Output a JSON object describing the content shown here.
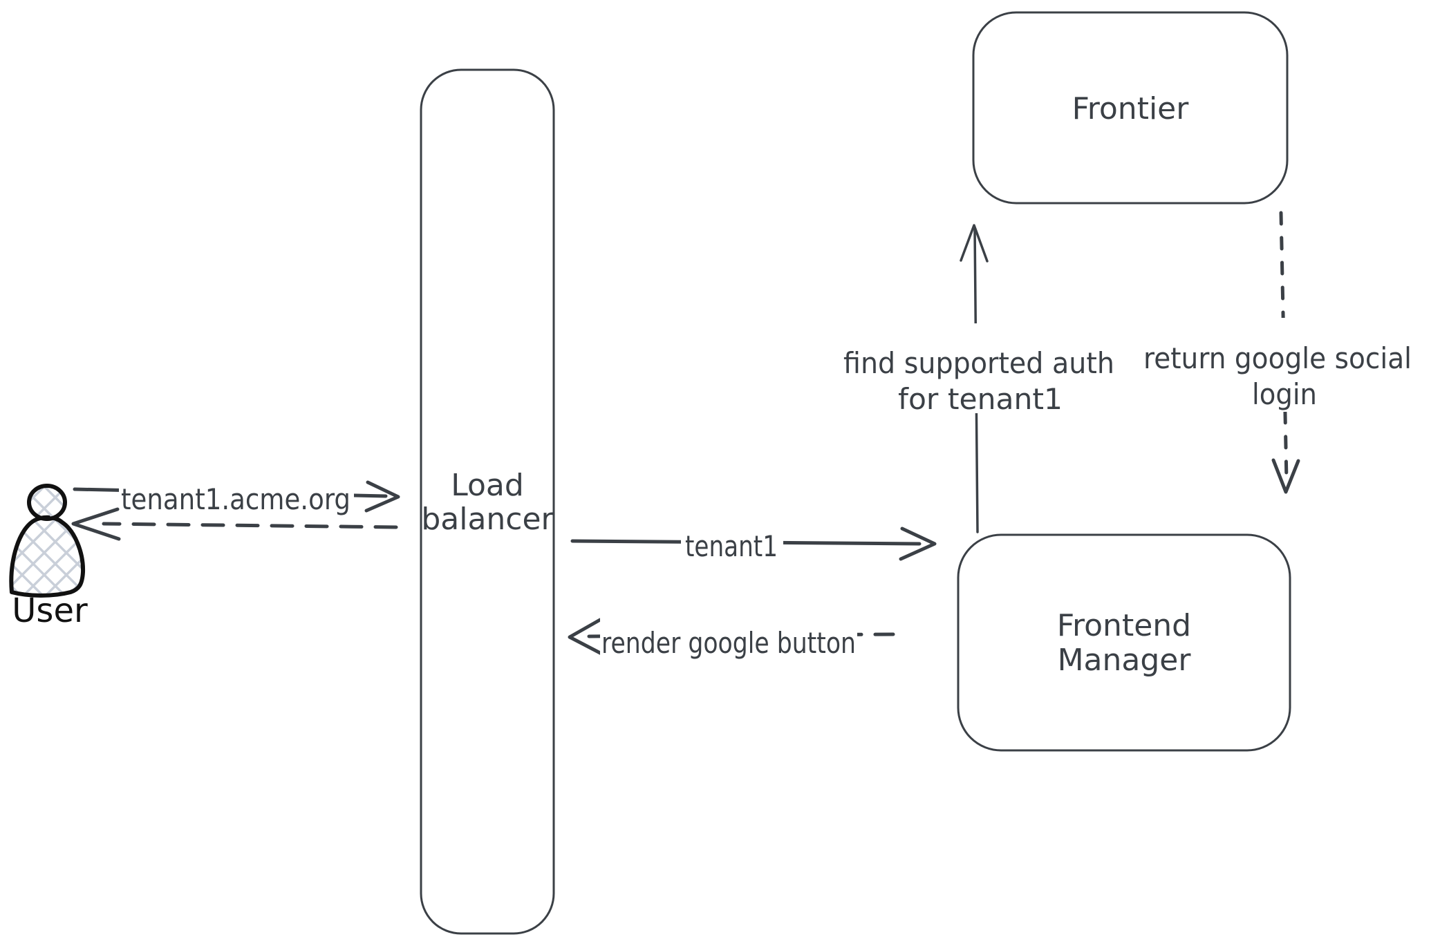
{
  "diagram": {
    "colors": {
      "stroke": "#3b4046",
      "user_stroke": "#111111",
      "hatch_fill": "#c9cfd9",
      "background": "#ffffff"
    },
    "nodes": {
      "user": {
        "label": "User"
      },
      "load_balancer": {
        "line1": "Load",
        "line2": "balancer"
      },
      "frontier": {
        "label": "Frontier"
      },
      "frontend_manager": {
        "line1": "Frontend",
        "line2": "Manager"
      }
    },
    "arrows": {
      "user_request": {
        "label": "tenant1.acme.org",
        "style": "solid",
        "from": "User",
        "to": "Load balancer"
      },
      "user_response": {
        "style": "dashed",
        "from": "Load balancer",
        "to": "User"
      },
      "tenant1": {
        "label": "tenant1",
        "style": "solid",
        "from": "Load balancer",
        "to": "Frontend Manager"
      },
      "render_google_button": {
        "label": "render google button",
        "style": "dashed",
        "from": "Frontend Manager",
        "to": "Load balancer"
      },
      "find_supported_auth": {
        "label_line1": "find supported auth",
        "label_line2": "for tenant1",
        "style": "solid",
        "from": "Frontend Manager",
        "to": "Frontier"
      },
      "return_google_social_login": {
        "label_line1": "return google social",
        "label_line2": "login",
        "style": "dashed",
        "from": "Frontier",
        "to": "Frontend Manager"
      }
    }
  }
}
